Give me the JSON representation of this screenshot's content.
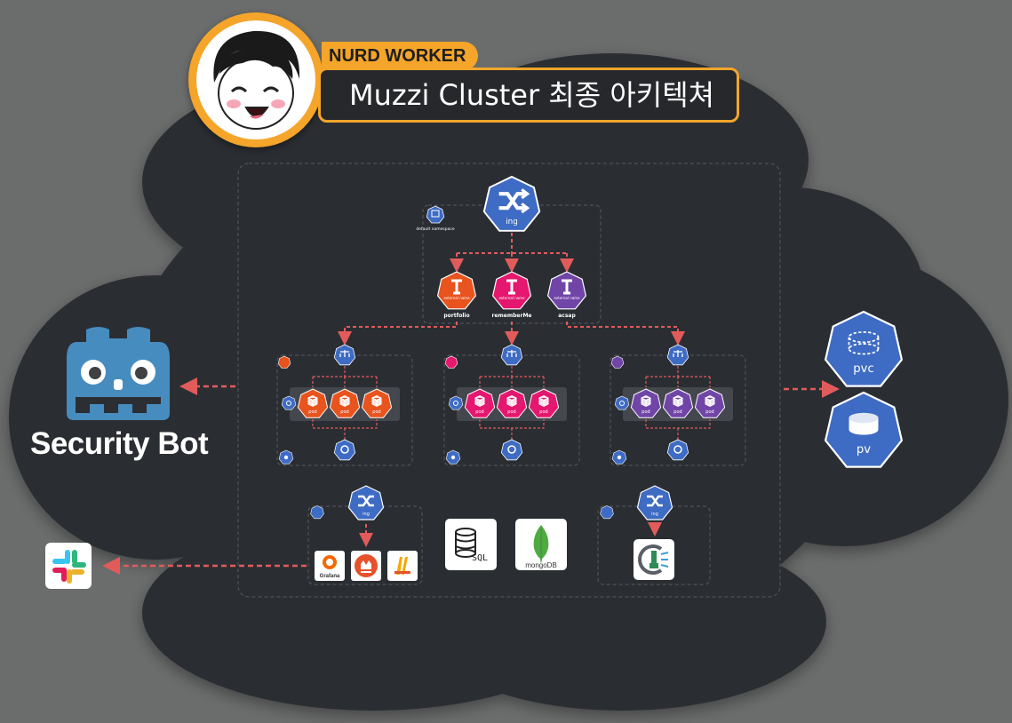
{
  "header": {
    "badge_label": "NURD WORKER",
    "title": "Muzzi Cluster 최종 아키텍쳐"
  },
  "left": {
    "bot_label": "Security Bot"
  },
  "ingress_label": "ing",
  "main_ns_label": "default namespace",
  "services": [
    {
      "name": "portfolio",
      "kind": "external name",
      "color": "#e8531e"
    },
    {
      "name": "rememberMe",
      "kind": "external name",
      "color": "#e5176f"
    },
    {
      "name": "acsap",
      "kind": "external name",
      "color": "#7145a8"
    }
  ],
  "pod_label": "pod",
  "storage": {
    "pvc_label": "pvc",
    "pv_label": "pv"
  },
  "bottom": {
    "grafana_label": "Grafana",
    "sql_label": "SQL",
    "mongo_label": "mongoDB"
  },
  "colors": {
    "cloud": "#2b2e33",
    "k8s_blue": "#3e6bc4",
    "arrow": "#e25b5b",
    "accent": "#f4a52a"
  }
}
